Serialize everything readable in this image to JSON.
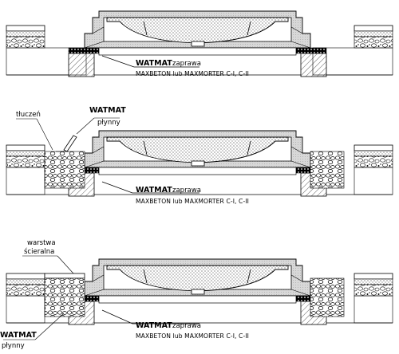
{
  "panels": [
    {
      "id": "panel-1",
      "callouts": [],
      "main_label": {
        "bold": "WATMAT",
        "rest": "zaprawa"
      },
      "sub_label": "MAXBETON lub MAXMORTER C-I, C-II"
    },
    {
      "id": "panel-2",
      "callouts": [
        {
          "text": "tłuczeń"
        },
        {
          "bold": "WATMAT",
          "text": "płynny"
        }
      ],
      "main_label": {
        "bold": "WATMAT",
        "rest": "zaprawa"
      },
      "sub_label": "MAXBETON lub MAXMORTER C-I, C-II"
    },
    {
      "id": "panel-3",
      "callouts": [
        {
          "text": "warstwa",
          "text2": "ścieralna"
        },
        {
          "bold": "WATMAT",
          "text": "płynny"
        }
      ],
      "main_label": {
        "bold": "WATMAT",
        "rest": "zaprawa"
      },
      "sub_label": "MAXBETON lub MAXMORTER C-I, C-II"
    }
  ],
  "colors": {
    "line": "#000000",
    "fill_gray": "#cfcfcf",
    "fill_dark": "#555555"
  }
}
